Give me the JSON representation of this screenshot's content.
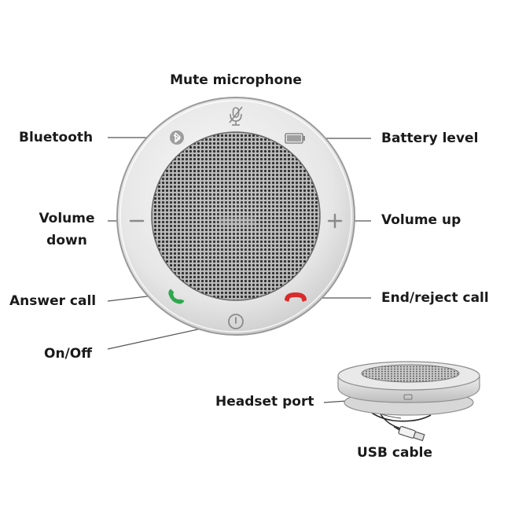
{
  "labels": {
    "mute_microphone": "Mute microphone",
    "bluetooth": "Bluetooth",
    "battery_level": "Battery level",
    "volume_down_line1": "Volume",
    "volume_down_line2": "down",
    "volume_up": "Volume up",
    "answer_call": "Answer call",
    "end_reject_call": "End/reject call",
    "on_off": "On/Off",
    "headset_port": "Headset port",
    "usb_cable": "USB cable"
  },
  "icons": {
    "bluetooth": "bluetooth-icon",
    "mute": "mute-microphone-icon",
    "battery": "battery-icon",
    "minus": "minus-icon",
    "plus": "plus-icon",
    "answer": "answer-call-icon",
    "end": "end-call-icon",
    "power": "power-icon"
  },
  "colors": {
    "answer_call": "#2fa84f",
    "end_call": "#d92b2b",
    "device_body": "#e8e8e8",
    "grille": "#2a2a2a",
    "text": "#1a1a1a"
  }
}
